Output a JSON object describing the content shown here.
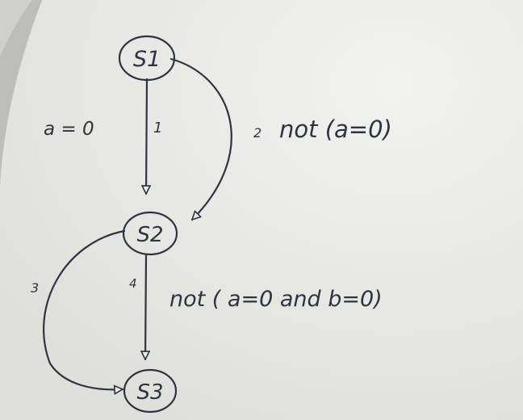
{
  "diagram": {
    "nodes": [
      {
        "id": "s1",
        "label": "S1"
      },
      {
        "id": "s2",
        "label": "S2"
      },
      {
        "id": "s3",
        "label": "S3"
      }
    ],
    "edges": [
      {
        "id": "e1",
        "from": "S1",
        "to": "S2",
        "number": "1",
        "condition": "a = 0"
      },
      {
        "id": "e2",
        "from": "S1",
        "to": "S2",
        "number": "2",
        "condition": "not (a=0)"
      },
      {
        "id": "e3",
        "from": "S2",
        "to": "S3",
        "number": "3",
        "condition": ""
      },
      {
        "id": "e4",
        "from": "S2",
        "to": "S3",
        "number": "4",
        "condition": "not ( a=0 and b=0)"
      }
    ]
  },
  "colors": {
    "paper": "#ececea",
    "ink": "#2e3440"
  }
}
